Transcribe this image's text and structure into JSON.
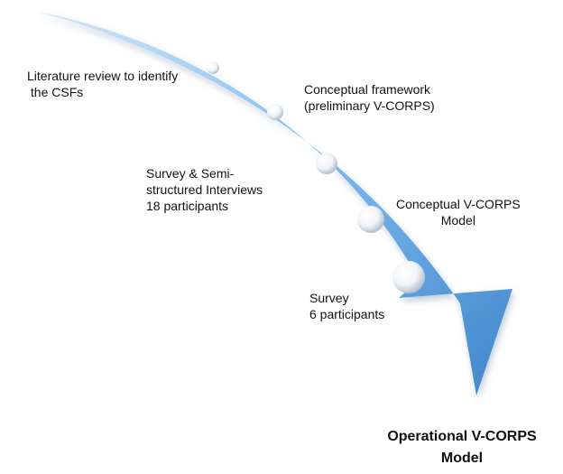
{
  "colors": {
    "arrow_light": "#d3e8fb",
    "arrow_mid": "#7db8ec",
    "arrow_dark": "#3f86cc"
  },
  "stages": [
    {
      "lines": [
        "Literature review to identify",
        " the CSFs"
      ]
    },
    {
      "lines": [
        "Conceptual framework",
        "(preliminary V-CORPS)"
      ]
    },
    {
      "lines": [
        "Survey & Semi-",
        "structured Interviews",
        "18 participants"
      ]
    },
    {
      "lines": [
        "Conceptual V-CORPS",
        "Model"
      ]
    },
    {
      "lines": [
        "Survey",
        "6 participants"
      ]
    }
  ],
  "final_output": {
    "line1": "Operational V-CORPS",
    "line2": "Model"
  }
}
